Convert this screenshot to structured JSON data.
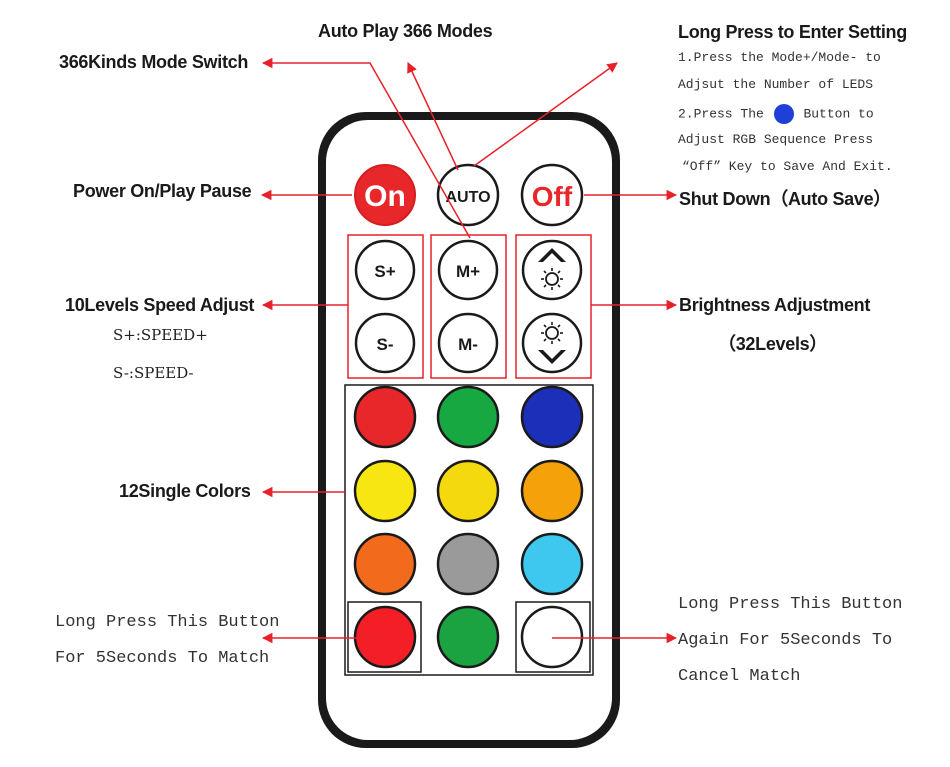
{
  "labels": {
    "auto_play": "Auto Play 366 Modes",
    "long_press_title": "Long Press to Enter Setting",
    "setting_line1": "1.Press the Mode+/Mode- to",
    "setting_line2": "Adjsut the Number of LEDS",
    "setting_line3a": "2.Press The",
    "setting_line3b": "Button to",
    "setting_line4": "Adjust RGB Sequence Press",
    "setting_line5": "“Off” Key to Save And Exit.",
    "mode_switch": "366Kinds Mode Switch",
    "power": "Power On/Play Pause",
    "shut_down": "Shut Down（Auto Save）",
    "speed_adjust": "10Levels Speed Adjust",
    "speed_plus": "S+:SPEED+",
    "speed_minus": "S-:SPEED-",
    "brightness": "Brightness Adjustment",
    "brightness_levels": "（32Levels）",
    "single_colors": "12Single Colors",
    "match_line1": "Long Press This Button",
    "match_line2": "For 5Seconds To Match",
    "cancel_line1": "Long Press This Button",
    "cancel_line2": "Again For 5Seconds To",
    "cancel_line3": "Cancel Match"
  },
  "buttons": {
    "on": "On",
    "auto": "AUTO",
    "off": "Off",
    "s_plus": "S+",
    "s_minus": "S-",
    "m_plus": "M+",
    "m_minus": "M-"
  },
  "colors": {
    "arrow": "#e8202a",
    "on_button": "#e8272b",
    "off_text": "#e8272b",
    "blue_dot": "#1e3fd8",
    "color_buttons": [
      "#e8272b",
      "#18a842",
      "#1b2fb8",
      "#f7e612",
      "#f5d90f",
      "#f4a10a",
      "#f26a1c",
      "#9a9a9a",
      "#3ec8f0",
      "#f41f26",
      "#1aa340",
      "#ffffff"
    ]
  },
  "icons": {
    "brightness_up": "brightness-up-icon",
    "brightness_down": "brightness-down-icon"
  }
}
